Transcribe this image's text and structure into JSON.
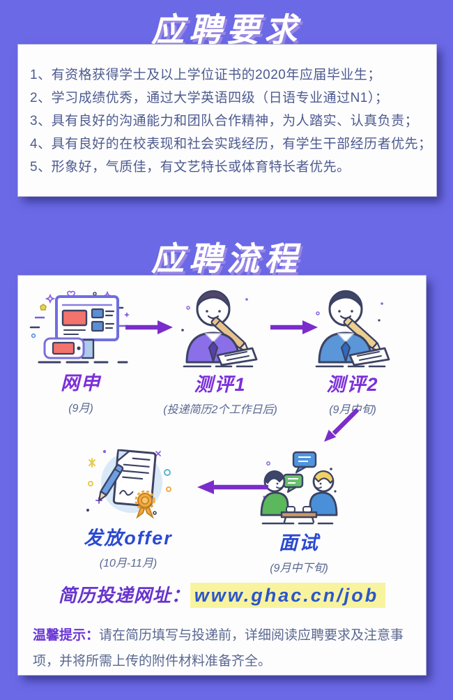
{
  "poster": {
    "requirements": {
      "title": "应聘要求",
      "items": [
        "1、有资格获得学士及以上学位证书的2020年应届毕业生；",
        "2、学习成绩优秀，通过大学英语四级（日语专业通过N1）；",
        "3、具有良好的沟通能力和团队合作精神，为人踏实、认真负责；",
        "4、具有良好的在校表现和社会实践经历，有学生干部经历者优先；",
        "5、形象好，气质佳，有文艺特长或体育特长者优先。"
      ]
    },
    "process": {
      "title": "应聘流程",
      "steps": [
        {
          "name": "online-application",
          "label": "网申",
          "sub": "(9月)",
          "icon": "computer-phone-icon",
          "label_color": "#7b2fd9"
        },
        {
          "name": "assessment-1",
          "label": "测评1",
          "sub": "(投递简历2个工作日后)",
          "icon": "person-writing-purple-icon",
          "label_color": "#7b2fd9"
        },
        {
          "name": "assessment-2",
          "label": "测评2",
          "sub": "(9月中旬)",
          "icon": "person-writing-blue-icon",
          "label_color": "#7b2fd9"
        },
        {
          "name": "interview",
          "label": "面试",
          "sub": "(9月中下旬)",
          "icon": "interview-discussion-icon",
          "label_color": "#2b49cf"
        },
        {
          "name": "offer",
          "label": "发放offer",
          "sub": "(10月-11月)",
          "icon": "offer-certificate-icon",
          "label_color": "#2b49cf"
        }
      ]
    },
    "resume": {
      "label": "简历投递网址：",
      "url": "www.ghac.cn/job"
    },
    "tip": {
      "label": "温馨提示：",
      "text": "请在简历填写与投递前，详细阅读应聘要求及注意事项，并将所需上传的附件材料准备齐全。"
    },
    "colors": {
      "background": "#6b69e6",
      "accent_purple": "#7b2fd9",
      "accent_blue": "#2b49cf",
      "body_text": "#4d5a8f",
      "arrow": "#7b2dcb",
      "url_highlight": "#f8f39f"
    }
  }
}
